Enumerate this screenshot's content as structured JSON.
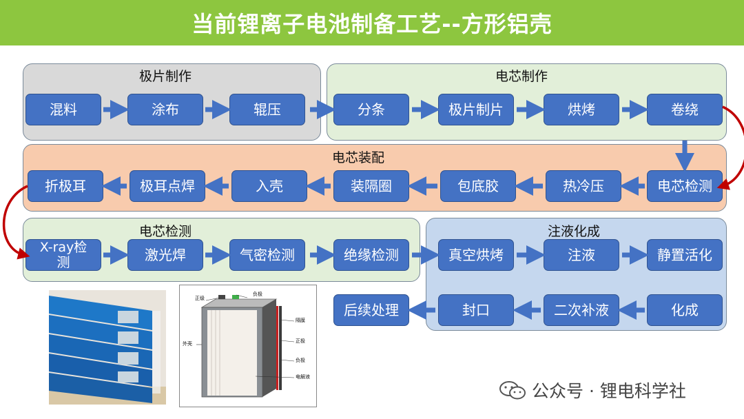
{
  "title": "当前锂离子电池制备工艺--方形铝壳",
  "panels": {
    "electrode": "极片制作",
    "cell_make": "电芯制作",
    "assembly": "电芯装配",
    "inspection": "电芯检测",
    "formation": "注液化成"
  },
  "steps": {
    "mixing": "混料",
    "coating": "涂布",
    "rolling": "辊压",
    "slitting": "分条",
    "sheet_making": "极片制片",
    "baking": "烘烤",
    "winding": "卷绕",
    "cell_test": "电芯检测",
    "hot_cold_press": "热冷压",
    "bottom_tape": "包底胶",
    "insulation_ring": "装隔圈",
    "casing": "入壳",
    "tab_weld": "极耳点焊",
    "tab_fold": "折极耳",
    "xray": "X-ray检\n测",
    "laser_weld": "激光焊",
    "leak_test": "气密检测",
    "insulation_test": "绝缘检测",
    "vacuum_bake": "真空烘烤",
    "injection": "注液",
    "aging": "静置活化",
    "formation": "化成",
    "secondary_fill": "二次补液",
    "sealing": "封口",
    "post_process": "后续处理"
  },
  "cross_section_labels": {
    "positive_terminal": "正级",
    "negative_terminal": "负极",
    "separator": "隔膜",
    "positive": "正极",
    "negative": "负极",
    "electrolyte": "电解液",
    "shell": "外壳"
  },
  "watermark": "公众号 · 锂电科学社",
  "colors": {
    "title_bar": "#8dc63f",
    "step_fill": "#4472c4",
    "arrow": "#4472c4",
    "connector": "#c00000",
    "panel_gray": "#d9d9d9",
    "panel_green": "#e2efd9",
    "panel_orange": "#f8cbad",
    "panel_blue": "#c5d7ee"
  }
}
